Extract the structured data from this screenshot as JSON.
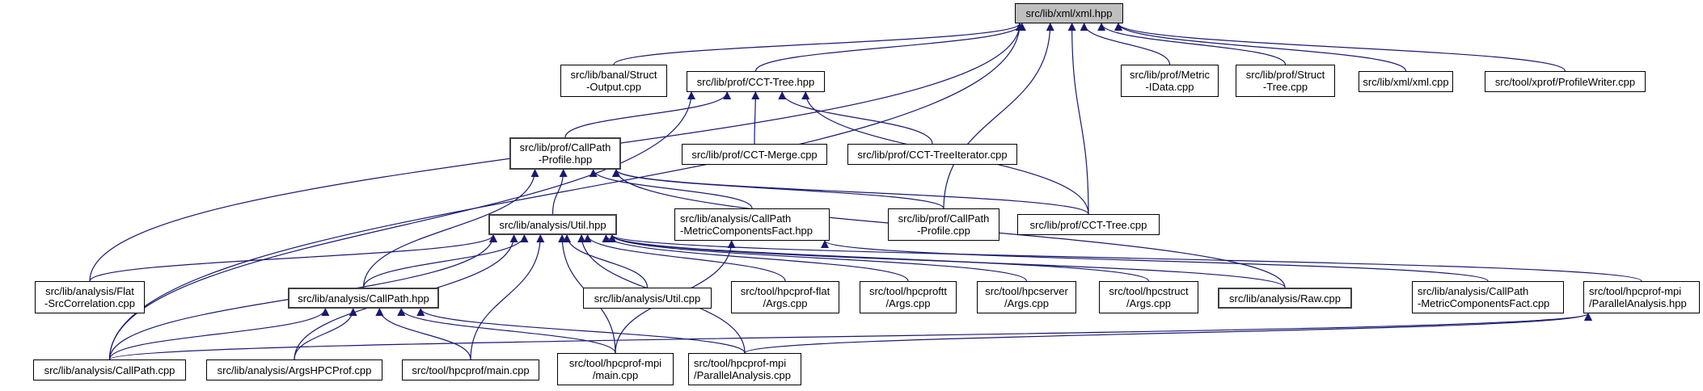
{
  "graph": {
    "title": "src/lib/xml/xml.hpp",
    "edge_color": "#191970",
    "root_fill": "#bfbfbf",
    "nodes": [
      {
        "id": "xml_hpp",
        "label": "src/lib/xml/xml.hpp"
      },
      {
        "id": "struct_output",
        "label": "src/lib/banal/Struct\n-Output.cpp"
      },
      {
        "id": "cct_tree_hpp",
        "label": "src/lib/prof/CCT-Tree.hpp"
      },
      {
        "id": "metric_idata",
        "label": "src/lib/prof/Metric\n-IData.cpp"
      },
      {
        "id": "struct_tree",
        "label": "src/lib/prof/Struct\n-Tree.cpp"
      },
      {
        "id": "xml_cpp",
        "label": "src/lib/xml/xml.cpp"
      },
      {
        "id": "profilewriter",
        "label": "src/tool/xprof/ProfileWriter.cpp"
      },
      {
        "id": "callpath_profile_hpp",
        "label": "src/lib/prof/CallPath\n-Profile.hpp"
      },
      {
        "id": "cct_merge",
        "label": "src/lib/prof/CCT-Merge.cpp"
      },
      {
        "id": "cct_treeiterator",
        "label": "src/lib/prof/CCT-TreeIterator.cpp"
      },
      {
        "id": "util_hpp",
        "label": "src/lib/analysis/Util.hpp"
      },
      {
        "id": "mcf_hpp",
        "label": "src/lib/analysis/CallPath\n-MetricComponentsFact.hpp"
      },
      {
        "id": "callpath_profile_cpp",
        "label": "src/lib/prof/CallPath\n-Profile.cpp"
      },
      {
        "id": "cct_tree_cpp",
        "label": "src/lib/prof/CCT-Tree.cpp"
      },
      {
        "id": "flat_srccorr",
        "label": "src/lib/analysis/Flat\n-SrcCorrelation.cpp"
      },
      {
        "id": "callpath_hpp",
        "label": "src/lib/analysis/CallPath.hpp"
      },
      {
        "id": "util_cpp",
        "label": "src/lib/analysis/Util.cpp"
      },
      {
        "id": "hpcprof_flat_args",
        "label": "src/tool/hpcprof-flat\n/Args.cpp"
      },
      {
        "id": "hpcproftt_args",
        "label": "src/tool/hpcproftt\n/Args.cpp"
      },
      {
        "id": "hpcserver_args",
        "label": "src/tool/hpcserver\n/Args.cpp"
      },
      {
        "id": "hpcstruct_args",
        "label": "src/tool/hpcstruct\n/Args.cpp"
      },
      {
        "id": "raw_cpp",
        "label": "src/lib/analysis/Raw.cpp"
      },
      {
        "id": "mcf_cpp",
        "label": "src/lib/analysis/CallPath\n-MetricComponentsFact.cpp"
      },
      {
        "id": "pa_hpp",
        "label": "src/tool/hpcprof-mpi\n/ParallelAnalysis.hpp"
      },
      {
        "id": "callpath_cpp",
        "label": "src/lib/analysis/CallPath.cpp"
      },
      {
        "id": "argshpcprof",
        "label": "src/lib/analysis/ArgsHPCProf.cpp"
      },
      {
        "id": "hpcprof_main",
        "label": "src/tool/hpcprof/main.cpp"
      },
      {
        "id": "mpi_main",
        "label": "src/tool/hpcprof-mpi\n/main.cpp"
      },
      {
        "id": "mpi_pa_cpp",
        "label": "src/tool/hpcprof-mpi\n/ParallelAnalysis.cpp"
      }
    ],
    "edges": [
      [
        "struct_output",
        "xml_hpp"
      ],
      [
        "cct_tree_hpp",
        "xml_hpp"
      ],
      [
        "metric_idata",
        "xml_hpp"
      ],
      [
        "struct_tree",
        "xml_hpp"
      ],
      [
        "xml_cpp",
        "xml_hpp"
      ],
      [
        "profilewriter",
        "xml_hpp"
      ],
      [
        "flat_srccorr",
        "xml_hpp"
      ],
      [
        "callpath_cpp",
        "xml_hpp"
      ],
      [
        "callpath_profile_cpp",
        "xml_hpp"
      ],
      [
        "cct_tree_cpp",
        "xml_hpp"
      ],
      [
        "callpath_profile_hpp",
        "cct_tree_hpp"
      ],
      [
        "cct_merge",
        "cct_tree_hpp"
      ],
      [
        "cct_treeiterator",
        "cct_tree_hpp"
      ],
      [
        "cct_tree_cpp",
        "cct_tree_hpp"
      ],
      [
        "callpath_cpp",
        "cct_tree_hpp"
      ],
      [
        "util_hpp",
        "callpath_profile_hpp"
      ],
      [
        "callpath_hpp",
        "callpath_profile_hpp"
      ],
      [
        "mcf_hpp",
        "callpath_profile_hpp"
      ],
      [
        "callpath_profile_cpp",
        "callpath_profile_hpp"
      ],
      [
        "cct_tree_cpp",
        "callpath_profile_hpp"
      ],
      [
        "raw_cpp",
        "callpath_profile_hpp"
      ],
      [
        "flat_srccorr",
        "util_hpp"
      ],
      [
        "callpath_hpp",
        "util_hpp"
      ],
      [
        "util_cpp",
        "util_hpp"
      ],
      [
        "hpcprof_flat_args",
        "util_hpp"
      ],
      [
        "hpcproftt_args",
        "util_hpp"
      ],
      [
        "hpcserver_args",
        "util_hpp"
      ],
      [
        "hpcstruct_args",
        "util_hpp"
      ],
      [
        "raw_cpp",
        "util_hpp"
      ],
      [
        "callpath_cpp",
        "util_hpp"
      ],
      [
        "argshpcprof",
        "util_hpp"
      ],
      [
        "hpcprof_main",
        "util_hpp"
      ],
      [
        "mpi_main",
        "util_hpp"
      ],
      [
        "mpi_pa_cpp",
        "util_hpp"
      ],
      [
        "pa_hpp",
        "util_hpp"
      ],
      [
        "mcf_cpp",
        "mcf_hpp"
      ],
      [
        "mpi_main",
        "mcf_hpp"
      ],
      [
        "callpath_cpp",
        "callpath_hpp"
      ],
      [
        "argshpcprof",
        "callpath_hpp"
      ],
      [
        "hpcprof_main",
        "callpath_hpp"
      ],
      [
        "mpi_main",
        "callpath_hpp"
      ],
      [
        "mpi_pa_cpp",
        "callpath_hpp"
      ],
      [
        "mpi_pa_cpp",
        "pa_hpp"
      ],
      [
        "callpath_cpp",
        "pa_hpp"
      ]
    ]
  }
}
